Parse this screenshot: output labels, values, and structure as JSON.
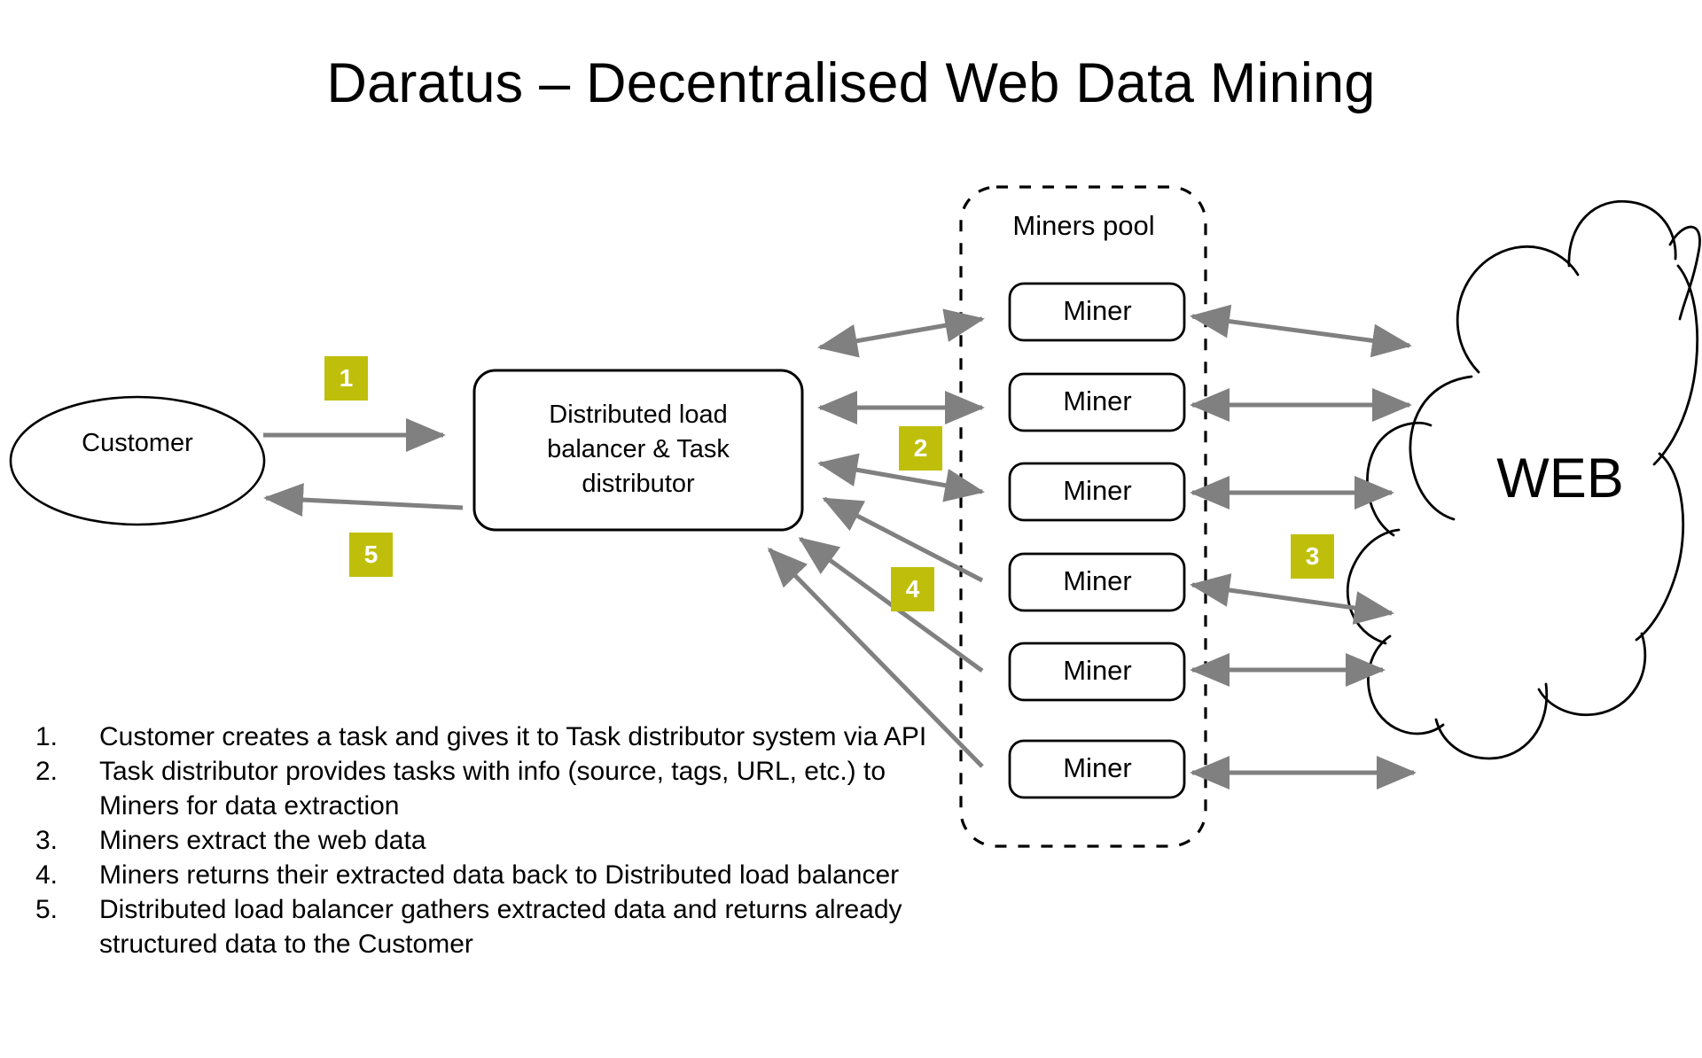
{
  "slide": {
    "title": "Daratus – Decentralised Web Data Mining",
    "background_color": "#ffffff"
  },
  "colors": {
    "badge_fill": "#bfbf0b",
    "badge_text": "#ffffff",
    "arrow": "#808080",
    "shape_stroke": "#000000",
    "text": "#000000"
  },
  "nodes": {
    "customer": {
      "label": "Customer",
      "shape": "ellipse"
    },
    "load_balancer": {
      "label": "Distributed load balancer & Task distributor",
      "line1": "Distributed load",
      "line2": "balancer & Task",
      "line3": "distributor",
      "shape": "rounded-rectangle"
    },
    "miners_pool": {
      "label": "Miners pool",
      "shape": "dashed-rounded-rectangle",
      "miners": [
        {
          "label": "Miner"
        },
        {
          "label": "Miner"
        },
        {
          "label": "Miner"
        },
        {
          "label": "Miner"
        },
        {
          "label": "Miner"
        },
        {
          "label": "Miner"
        }
      ]
    },
    "web": {
      "label": "WEB",
      "shape": "cloud"
    }
  },
  "badges": [
    {
      "id": "badge-1",
      "label": "1"
    },
    {
      "id": "badge-2",
      "label": "2"
    },
    {
      "id": "badge-3",
      "label": "3"
    },
    {
      "id": "badge-4",
      "label": "4"
    },
    {
      "id": "badge-5",
      "label": "5"
    }
  ],
  "legend": {
    "items": [
      {
        "num": "1.",
        "text": "Customer creates a task and gives it to Task distributor system via API"
      },
      {
        "num": "2.",
        "text": "Task distributor provides tasks with info (source, tags, URL, etc.) to Miners for data extraction"
      },
      {
        "num": "3.",
        "text": "Miners extract the web data"
      },
      {
        "num": "4.",
        "text": "Miners returns their extracted data back to Distributed load balancer"
      },
      {
        "num": "5.",
        "text": "Distributed load balancer gathers extracted data and returns already structured data to the Customer"
      }
    ]
  }
}
